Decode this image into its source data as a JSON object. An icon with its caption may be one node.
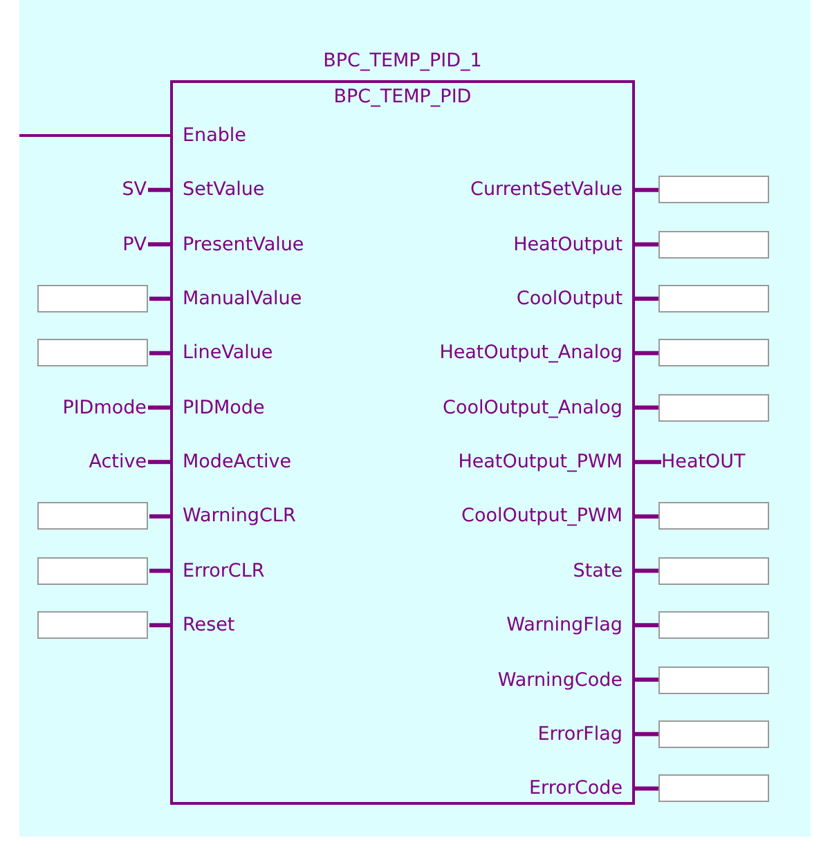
{
  "diagram": {
    "nodes": [
      {
        "text": [
          "BPC_TEMP_PID_1",
          "BPC_TEMP_PID"
        ]
      },
      {
        "text": [
          "Enable"
        ],
        "in": 0
      },
      {
        "text": [
          "SV"
        ]
      },
      {
        "text": [
          "SetValue"
        ],
        "in": 0
      },
      {
        "text": [
          "CurrentSetValue"
        ],
        "in": 0
      },
      {
        "text": [],
        "shape": "box"
      },
      {
        "text": [
          "PV"
        ]
      },
      {
        "text": [
          "PresentValue"
        ],
        "in": 0
      },
      {
        "text": [
          "HeatOutput"
        ],
        "in": 0
      },
      {
        "text": [],
        "shape": "box"
      },
      {
        "text": [],
        "shape": "box"
      },
      {
        "text": [
          "ManualValue"
        ],
        "in": 0
      },
      {
        "text": [
          "CoolOutput"
        ],
        "in": 0
      },
      {
        "text": [],
        "shape": "box"
      },
      {
        "text": [],
        "shape": "box"
      },
      {
        "text": [
          "LineValue"
        ],
        "in": 0
      },
      {
        "text": [
          "HeatOutput_Analog"
        ],
        "in": 0
      },
      {
        "text": [],
        "shape": "box"
      },
      {
        "text": [
          "PIDmode"
        ]
      },
      {
        "text": [
          "PIDMode"
        ],
        "in": 0
      },
      {
        "text": [
          "CoolOutput_Analog"
        ],
        "in": 0
      },
      {
        "text": [],
        "shape": "box"
      },
      {
        "text": [
          "Active"
        ]
      },
      {
        "text": [
          "ModeActive"
        ],
        "in": 0
      },
      {
        "text": [
          "HeatOutput_PWM"
        ],
        "in": 0
      },
      {
        "text": [
          "HeatOUT"
        ]
      },
      {
        "text": [],
        "shape": "box"
      },
      {
        "text": [
          "WarningCLR"
        ],
        "in": 0
      },
      {
        "text": [
          "CoolOutput_PWM"
        ],
        "in": 0
      },
      {
        "text": [],
        "shape": "box"
      },
      {
        "text": [],
        "shape": "box"
      },
      {
        "text": [
          "ErrorCLR"
        ],
        "in": 0
      },
      {
        "text": [
          "State"
        ],
        "in": 0
      },
      {
        "text": [],
        "shape": "box"
      },
      {
        "text": [],
        "shape": "box"
      },
      {
        "text": [
          "Reset"
        ],
        "in": 0
      },
      {
        "text": [
          "WarningFlag"
        ],
        "in": 0
      },
      {
        "text": [],
        "shape": "box"
      },
      {
        "text": [
          "WarningCode"
        ],
        "in": 0
      },
      {
        "text": [],
        "shape": "box"
      },
      {
        "text": [
          "ErrorFlag"
        ],
        "in": 0
      },
      {
        "text": [],
        "shape": "box"
      },
      {
        "text": [
          "ErrorCode"
        ],
        "in": 0
      },
      {
        "text": [],
        "shape": "box"
      }
    ],
    "edges": [
      {
        "from": null,
        "to": 1,
        "arrow": "none"
      },
      {
        "from": 2,
        "to": 3,
        "arrow": "none"
      },
      {
        "from": 4,
        "to": 5,
        "arrow": "none"
      },
      {
        "from": 6,
        "to": 7,
        "arrow": "none"
      },
      {
        "from": 8,
        "to": 9,
        "arrow": "none"
      },
      {
        "from": 10,
        "to": 11,
        "arrow": "none"
      },
      {
        "from": 12,
        "to": 13,
        "arrow": "none"
      },
      {
        "from": 14,
        "to": 15,
        "arrow": "none"
      },
      {
        "from": 16,
        "to": 17,
        "arrow": "none"
      },
      {
        "from": 18,
        "to": 19,
        "arrow": "none"
      },
      {
        "from": 20,
        "to": 21,
        "arrow": "none"
      },
      {
        "from": 22,
        "to": 23,
        "arrow": "none"
      },
      {
        "from": 24,
        "to": 25,
        "arrow": "none"
      },
      {
        "from": 26,
        "to": 27,
        "arrow": "none"
      },
      {
        "from": 28,
        "to": 29,
        "arrow": "none"
      },
      {
        "from": 30,
        "to": 31,
        "arrow": "none"
      },
      {
        "from": 32,
        "to": 33,
        "arrow": "none"
      },
      {
        "from": 34,
        "to": 35,
        "arrow": "none"
      },
      {
        "from": 36,
        "to": 37,
        "arrow": "none"
      },
      {
        "from": 38,
        "to": 39,
        "arrow": "none"
      },
      {
        "from": 40,
        "to": 41,
        "arrow": "none"
      },
      {
        "from": 42,
        "to": 43,
        "arrow": "none"
      }
    ]
  }
}
